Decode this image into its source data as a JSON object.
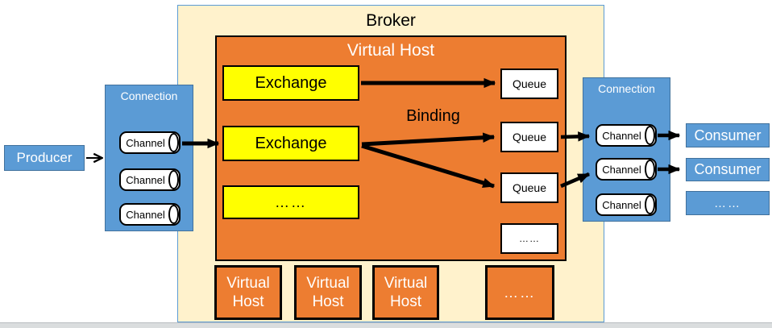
{
  "producer": {
    "label": "Producer"
  },
  "connection_left": {
    "label": "Connection",
    "channels": [
      "Channel",
      "Channel",
      "Channel"
    ]
  },
  "broker": {
    "title": "Broker",
    "virtual_host": {
      "title": "Virtual Host",
      "exchange_1": "Exchange",
      "exchange_2": "Exchange",
      "exchange_more": "……",
      "binding_label": "Binding",
      "queue_1": "Queue",
      "queue_2": "Queue",
      "queue_3": "Queue",
      "queue_more": "……"
    },
    "other_hosts": {
      "host_1": "Virtual Host",
      "host_2": "Virtual Host",
      "host_3": "Virtual Host",
      "more": "……"
    }
  },
  "connection_right": {
    "label": "Connection",
    "channels": [
      "Channel",
      "Channel",
      "Channel"
    ]
  },
  "consumers": {
    "consumer_1": "Consumer",
    "consumer_2": "Consumer",
    "more": "……"
  },
  "colors": {
    "blue": "#5B9BD5",
    "blue_border": "#41719C",
    "orange": "#ED7D31",
    "yellow": "#FFFF00",
    "cream": "#FFF2CC",
    "arrow": "#000000"
  }
}
